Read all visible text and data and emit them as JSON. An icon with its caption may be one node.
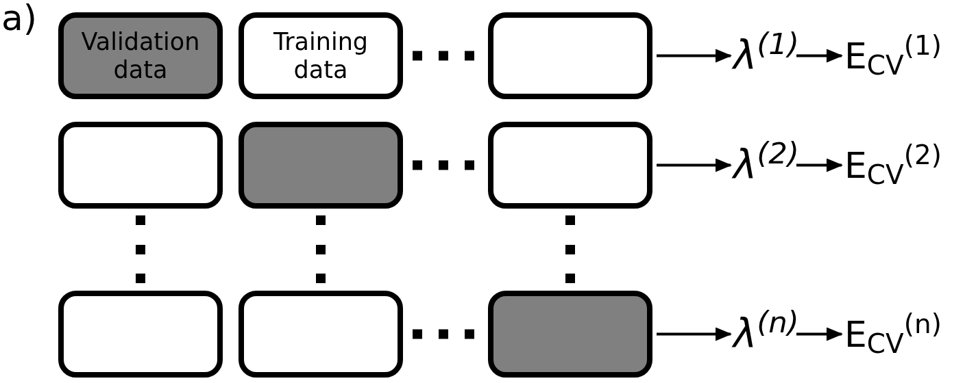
{
  "diagram": {
    "nodes": [
      {
        "text": [
          "Validation data"
        ]
      },
      {
        "text": [
          "Training data"
        ]
      },
      {
        "text": [],
        "shape": "box"
      },
      {
        "text": [],
        "shape": "box"
      },
      {
        "text": [],
        "shape": "box"
      },
      {
        "text": [],
        "shape": "box"
      },
      {
        "text": [],
        "shape": "box"
      },
      {
        "text": [],
        "shape": "box"
      },
      {
        "text": [],
        "shape": "box"
      },
      {
        "text": [
          "λ$^{(1)}$"
        ]
      },
      {
        "text": [
          "E$_{CV}$$^{(1)}$"
        ]
      },
      {
        "text": [
          "λ$^{(2)}$"
        ]
      },
      {
        "text": [
          "E$_{CV}$$^{(2)}$"
        ]
      },
      {
        "text": [
          "λ$^{(n)}$"
        ]
      },
      {
        "text": [
          "E$_{CV}$$^{(n)}$"
        ]
      }
    ],
    "edges": [
      {
        "from": 2,
        "to": 9,
        "arrow": "to"
      },
      {
        "from": 9,
        "to": 10,
        "arrow": "to"
      },
      {
        "from": 5,
        "to": 11,
        "arrow": "to"
      },
      {
        "from": 11,
        "to": 12,
        "arrow": "to"
      },
      {
        "from": 8,
        "to": 13,
        "arrow": "to"
      },
      {
        "from": 13,
        "to": 14,
        "arrow": "to"
      }
    ],
    "labels": [
      "a)"
    ]
  }
}
